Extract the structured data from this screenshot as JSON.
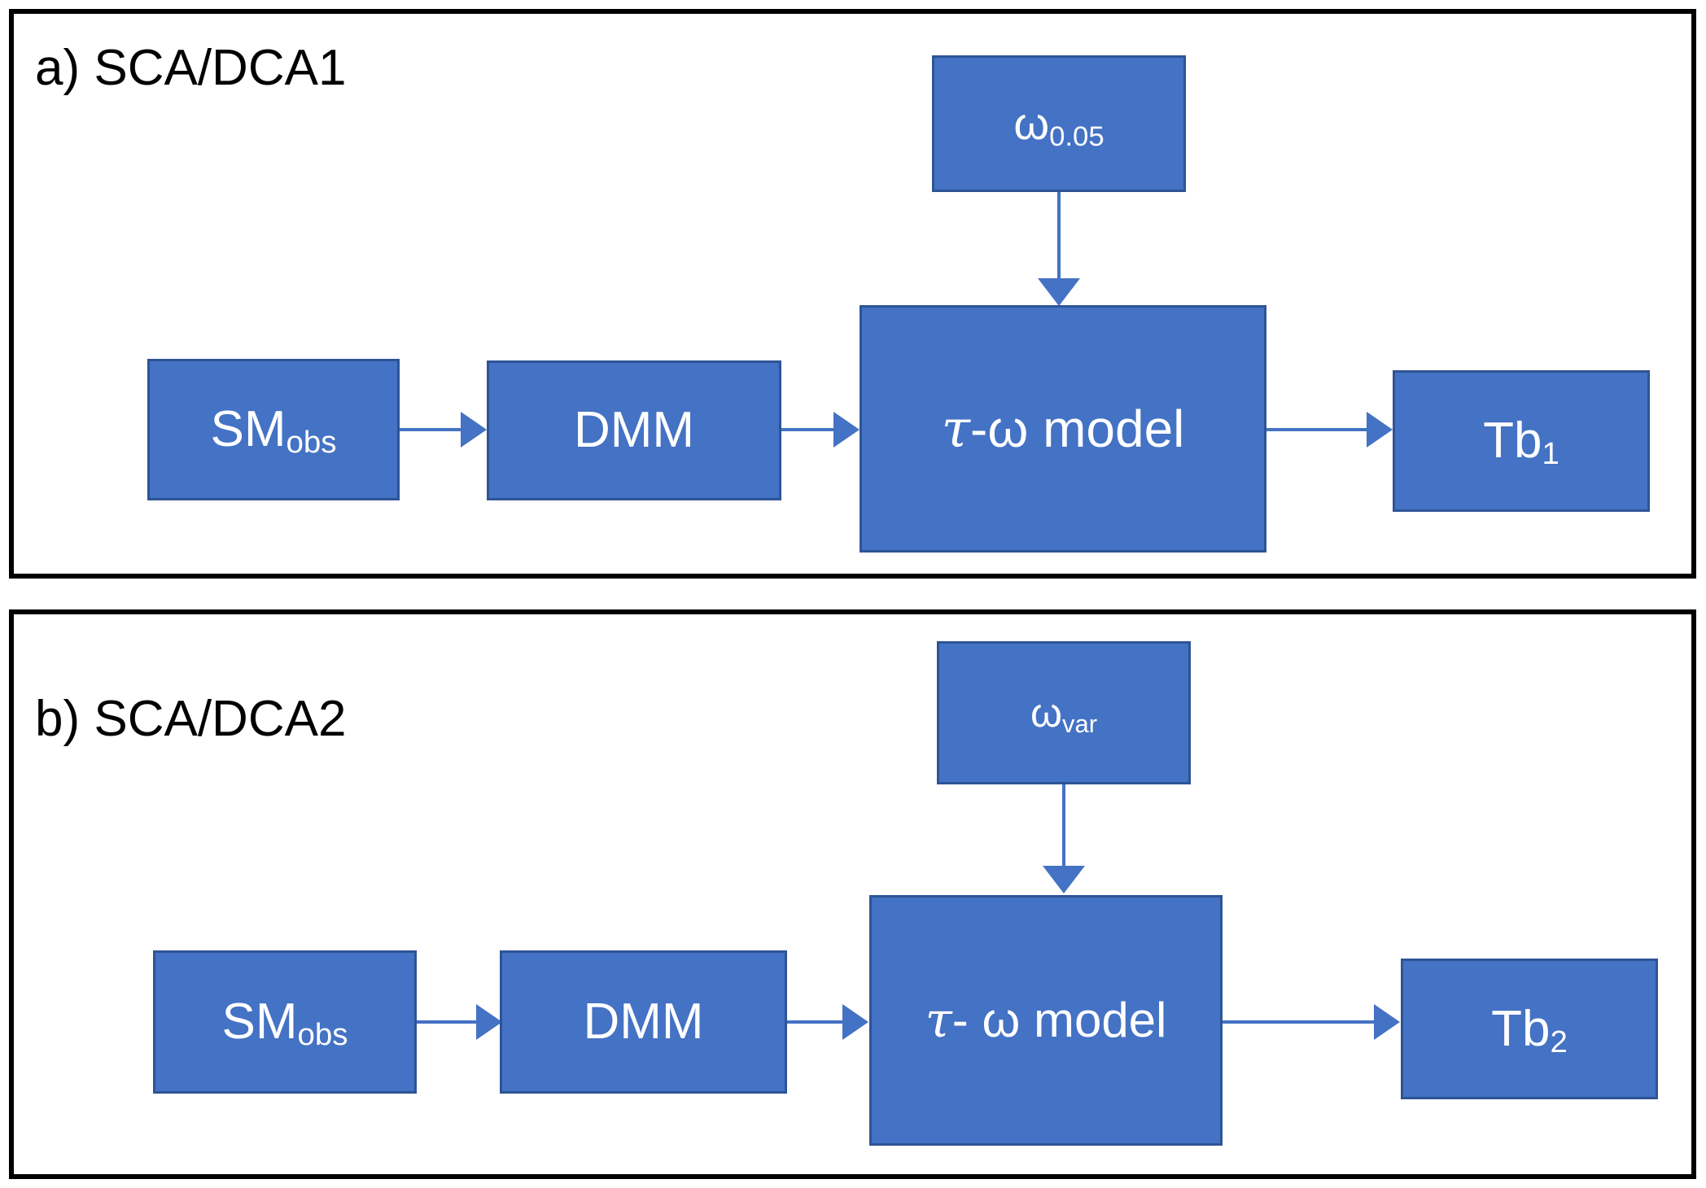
{
  "figure": {
    "type": "flow-diagram",
    "panel_count": 2,
    "accent_color": "#4472C4",
    "node_border_color": "#2E5496",
    "panel_border_color": "#000000",
    "node_text_color": "#FFFFFF",
    "title_text_color": "#000000"
  },
  "panels": [
    {
      "id": "a",
      "title": "a) SCA/DCA1",
      "nodes": {
        "omega": {
          "base": "ω",
          "sub": "0.05"
        },
        "soil_moisture": {
          "base": "SM",
          "sub": "obs"
        },
        "dmm": {
          "label": "DMM"
        },
        "model": {
          "tau": "τ",
          "rest": "-ω model"
        },
        "output": {
          "base": "Tb",
          "sub": "1"
        }
      },
      "edges": [
        {
          "from": "soil_moisture",
          "to": "dmm",
          "direction": "right"
        },
        {
          "from": "dmm",
          "to": "model",
          "direction": "right"
        },
        {
          "from": "omega",
          "to": "model",
          "direction": "down"
        },
        {
          "from": "model",
          "to": "output",
          "direction": "right"
        }
      ]
    },
    {
      "id": "b",
      "title": "b) SCA/DCA2",
      "nodes": {
        "omega": {
          "base": "ω",
          "sub": "var"
        },
        "soil_moisture": {
          "base": "SM",
          "sub": "obs"
        },
        "dmm": {
          "label": "DMM"
        },
        "model": {
          "tau": "τ",
          "rest": "- ω model"
        },
        "output": {
          "base": "Tb",
          "sub": "2"
        }
      },
      "edges": [
        {
          "from": "soil_moisture",
          "to": "dmm",
          "direction": "right"
        },
        {
          "from": "dmm",
          "to": "model",
          "direction": "right"
        },
        {
          "from": "omega",
          "to": "model",
          "direction": "down"
        },
        {
          "from": "model",
          "to": "output",
          "direction": "right"
        }
      ]
    }
  ]
}
